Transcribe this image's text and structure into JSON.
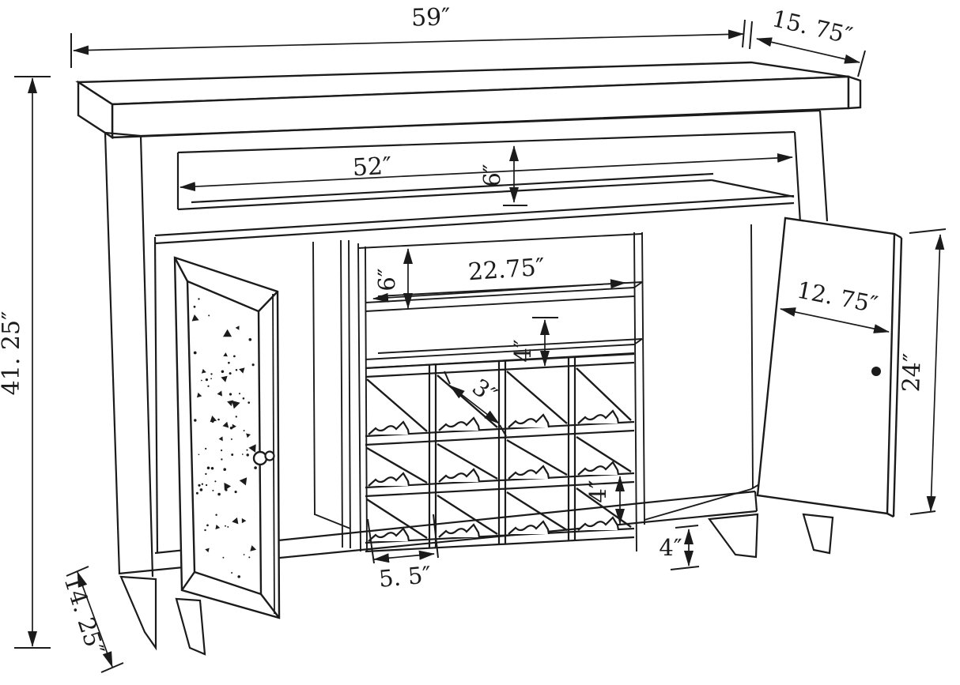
{
  "diagram": {
    "type": "furniture-dimension-drawing",
    "subject": "bar cabinet with wine rack, mirrored door and open side door",
    "unit": "inches",
    "background_color": "#ffffff",
    "line_color": "#1b1b1b",
    "labels": {
      "overall_width": "59″",
      "top_depth": "15. 75″",
      "overall_height": "41. 25″",
      "opening_width": "52″",
      "opening_height": "6″",
      "shelf_spacing": "6″",
      "shelf_depth": "22.75″",
      "shelf_gap": "4″",
      "bottle_slot_diagonal": "3″",
      "door_width": "12. 75″",
      "door_height": "24″",
      "cubby_height": "4″",
      "cubby_width": "5. 5″",
      "leg_height": "4″",
      "base_leg_depth": "14. 25″"
    }
  }
}
